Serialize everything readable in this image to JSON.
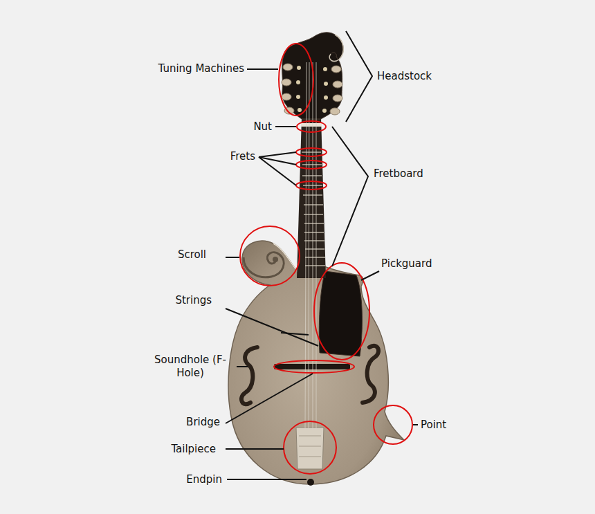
{
  "diagram": {
    "labels": [
      "Tuning Machines",
      "Headstock",
      "Nut",
      "Frets",
      "Fretboard",
      "Scroll",
      "Pickguard",
      "Strings",
      "Soundhole (F-Hole)",
      "Bridge",
      "Point",
      "Tailpiece",
      "Endpin"
    ]
  }
}
